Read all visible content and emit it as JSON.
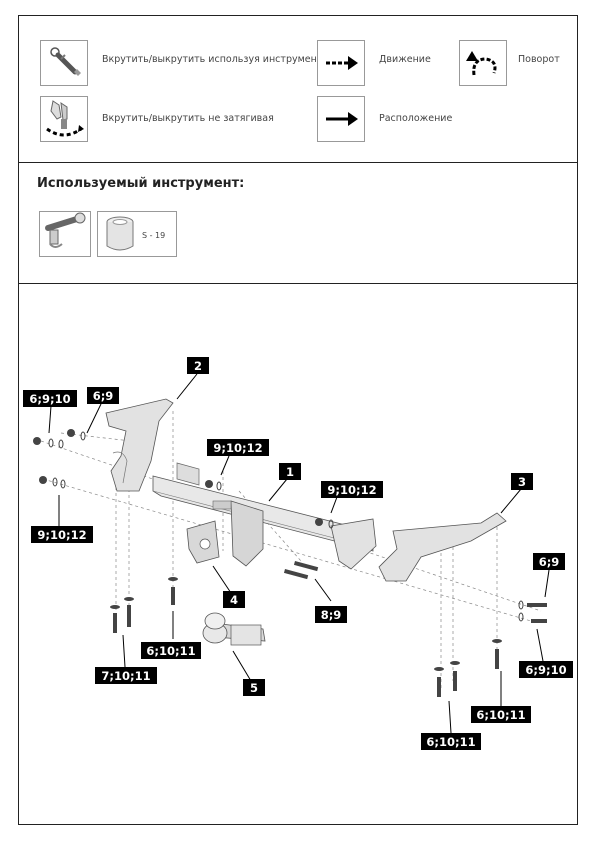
{
  "legend": {
    "screw_with_tool": "Вкрутить/выкрутить используя инструмент",
    "screw_without_tightening": "Вкрутить/выкрутить не затягивая",
    "movement": "Движение",
    "position": "Расположение",
    "rotation": "Поворот",
    "icons": [
      "wrench-icon",
      "hand-screw-icon",
      "dashed-arrow-icon",
      "solid-arrow-icon",
      "rotate-arrow-icon"
    ]
  },
  "tools": {
    "title": "Используемый инструмент:",
    "socket_size": "S - 19",
    "icons": [
      "ratchet-wrench-icon",
      "socket-head-icon"
    ]
  },
  "callouts": {
    "c1": "1",
    "c2": "2",
    "c3": "3",
    "c4": "4",
    "c5": "5",
    "c6910_a": "6;9;10",
    "c69_a": "6;9",
    "c91012_a": "9;10;12",
    "c91012_b": "9;10;12",
    "c91012_c": "9;10;12",
    "c69_b": "6;9",
    "c6910_b": "6;9;10",
    "c89": "8;9",
    "c61011_a": "6;10;11",
    "c71011": "7;10;11",
    "c61011_b": "6;10;11",
    "c61011_c": "6;10;11"
  },
  "colors": {
    "border": "#222222",
    "callout_bg": "#111111",
    "line": "#888888",
    "part_fill": "#d9d9d9"
  }
}
